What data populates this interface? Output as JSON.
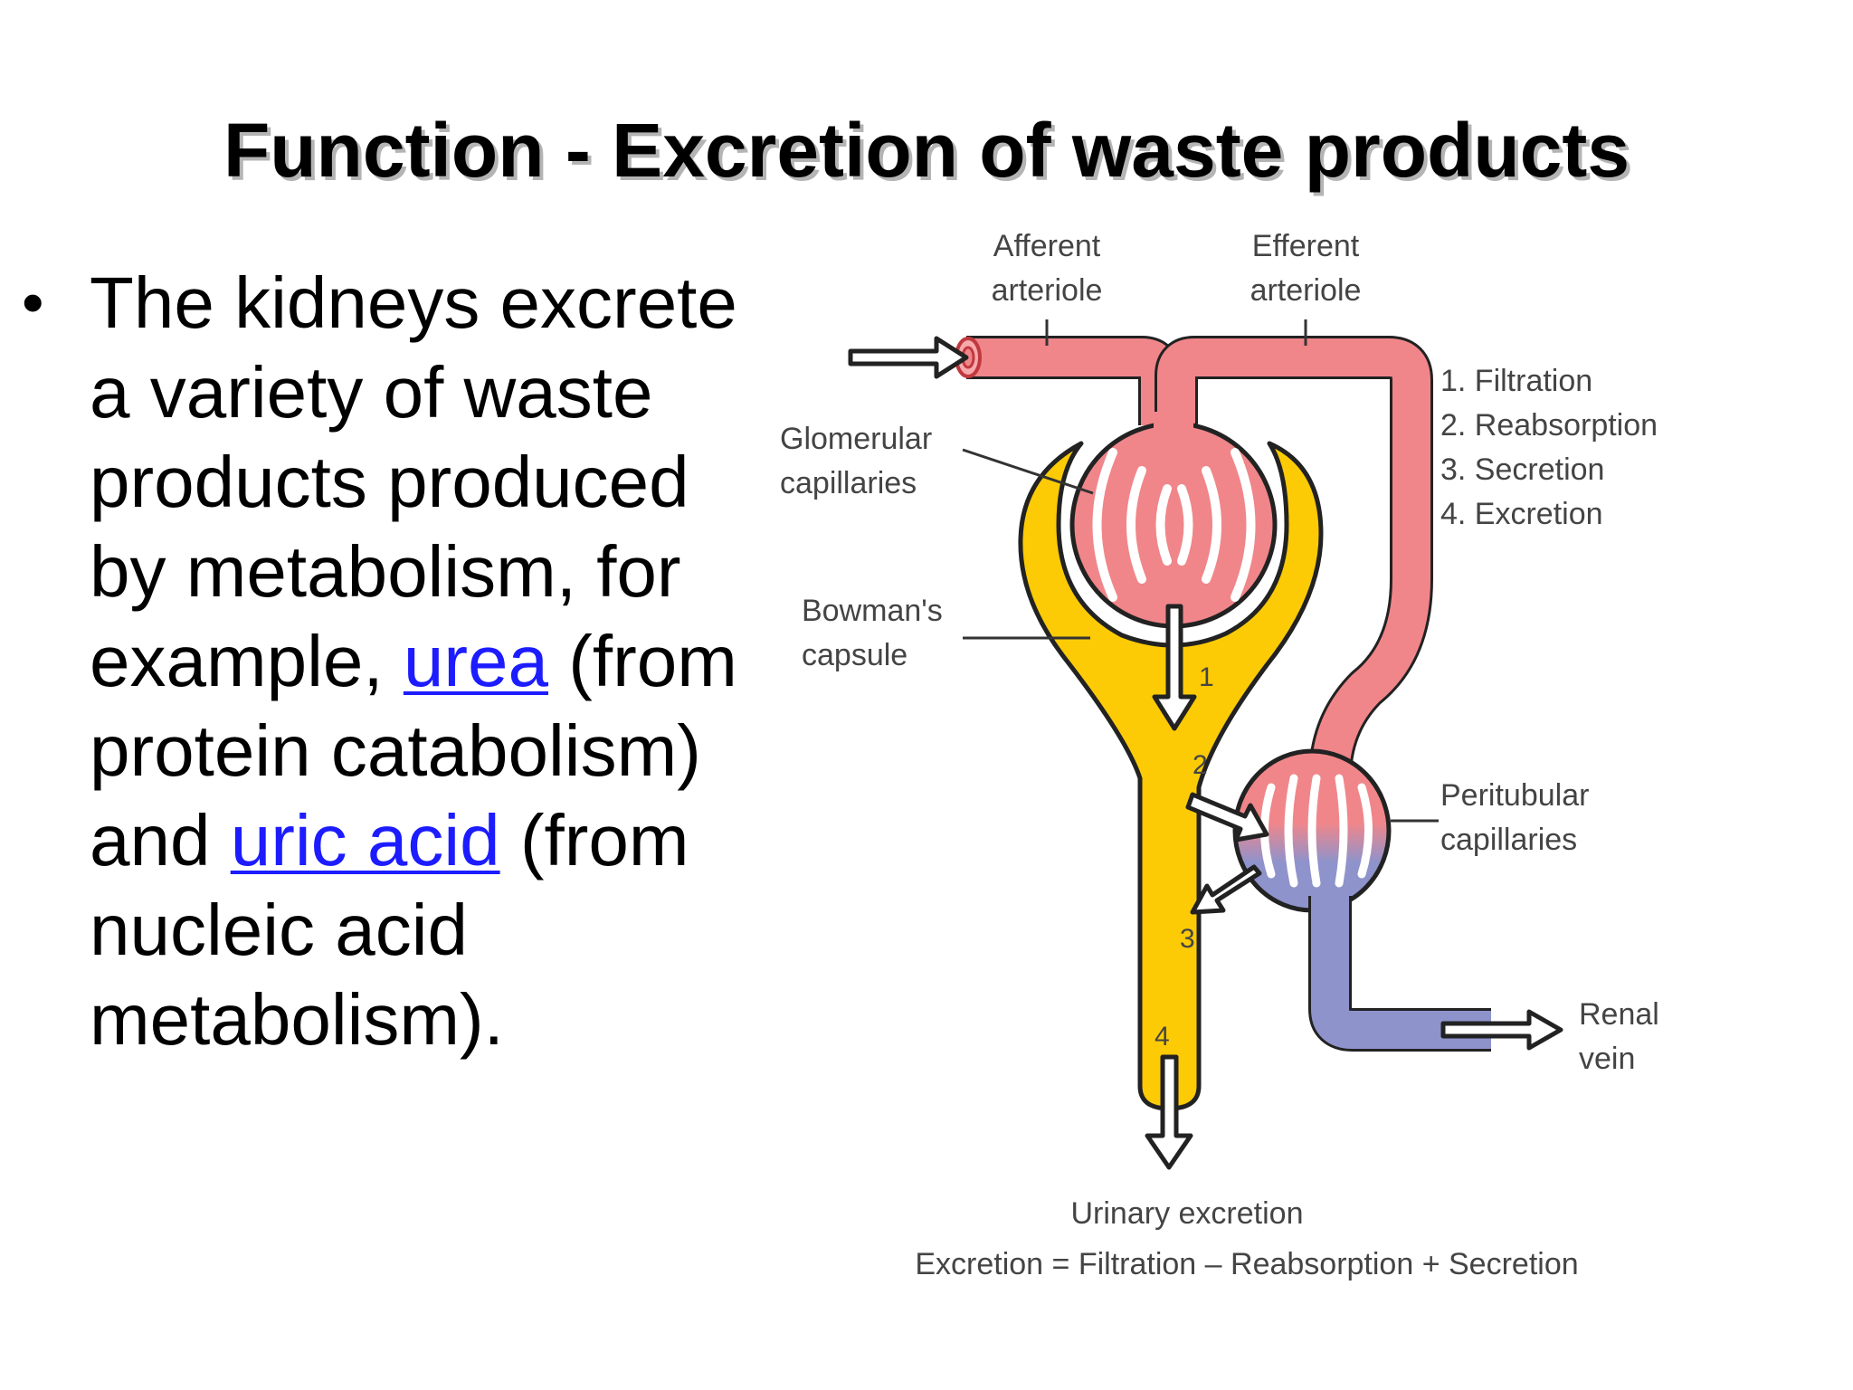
{
  "slide": {
    "title": "Function - Excretion of waste products"
  },
  "bullet": {
    "marker": "•",
    "text_before_urea": "The kidneys excrete a variety of waste products produced by metabolism, for example, ",
    "link_urea": "urea",
    "text_after_urea": " (from protein catabolism) and ",
    "link_uric_acid": "uric acid",
    "text_end": " (from nucleic acid metabolism)."
  },
  "diagram": {
    "labels": {
      "afferent_line1": "Afferent",
      "afferent_line2": "arteriole",
      "efferent_line1": "Efferent",
      "efferent_line2": "arteriole",
      "glomerular_line1": "Glomerular",
      "glomerular_line2": "capillaries",
      "bowmans_line1": "Bowman's",
      "bowmans_line2": "capsule",
      "peritubular_line1": "Peritubular",
      "peritubular_line2": "capillaries",
      "renal_line1": "Renal",
      "renal_line2": "vein",
      "urinary_excretion": "Urinary excretion",
      "equation": "Excretion = Filtration – Reabsorption + Secretion"
    },
    "legend": [
      "1. Filtration",
      "2. Reabsorption",
      "3. Secretion",
      "4. Excretion"
    ],
    "step_numbers": [
      "1",
      "2",
      "3",
      "4"
    ],
    "colors": {
      "arterial": "#f0868a",
      "venous": "#8e93cc",
      "tubule": "#fccb05",
      "outline": "#222222",
      "link": "#1c1cff"
    }
  }
}
